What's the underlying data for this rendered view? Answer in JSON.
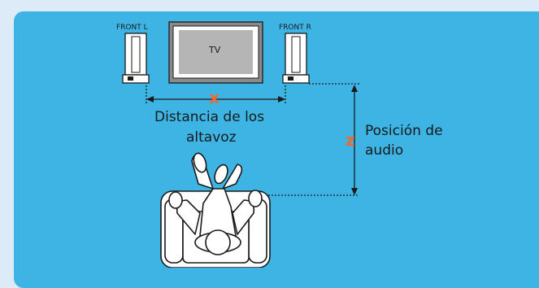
{
  "labels": {
    "front_left": "FRONT L",
    "front_right": "FRONT R",
    "tv": "TV",
    "x_symbol": "x",
    "distance_line1": "Distancia de los",
    "distance_line2": "altavoz",
    "z_symbol": "z",
    "position_line1": "Posición de",
    "position_line2": "audio"
  },
  "colors": {
    "background": "#dcebf7",
    "panel": "#3eb4e4",
    "accent": "#f26b2d"
  }
}
